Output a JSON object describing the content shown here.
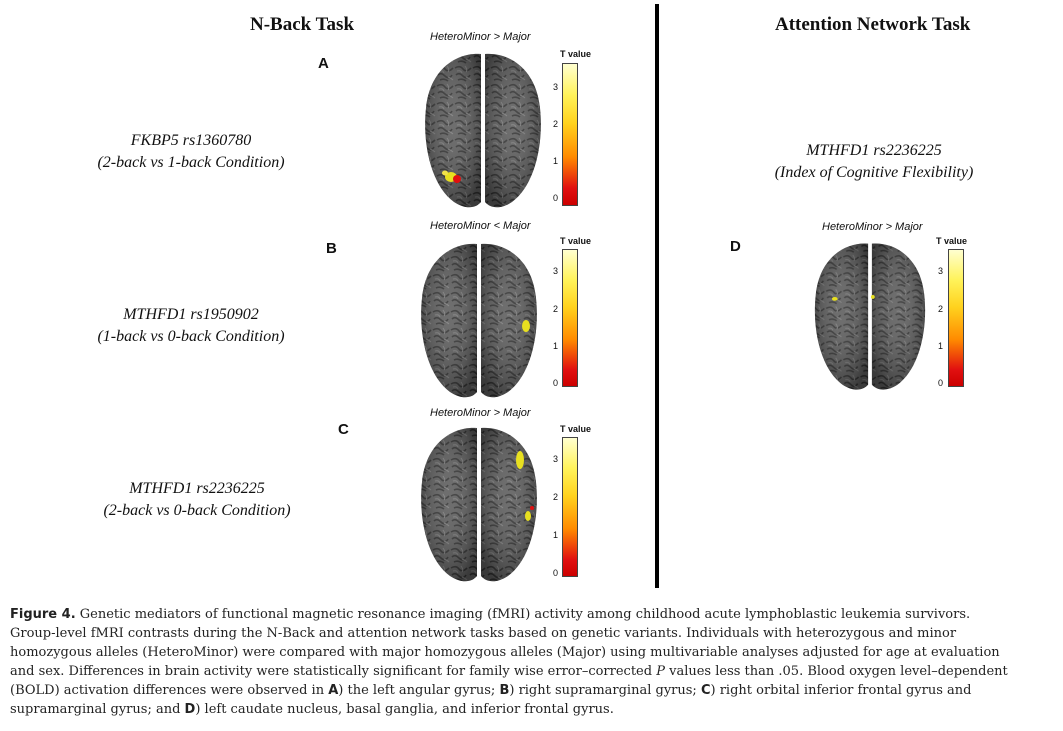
{
  "sections": {
    "left_title": "N-Back Task",
    "right_title": "Attention Network Task"
  },
  "panels": [
    {
      "letter": "A",
      "contrast": "HeteroMinor > Major",
      "gene": "FKBP5 rs1360780",
      "condition": "(2-back vs 1-back Condition)",
      "colorbar": {
        "title": "T value",
        "ticks": [
          "3",
          "2",
          "1",
          "0"
        ]
      }
    },
    {
      "letter": "B",
      "contrast": "HeteroMinor < Major",
      "gene": "MTHFD1 rs1950902",
      "condition": "(1-back vs 0-back Condition)",
      "colorbar": {
        "title": "T value",
        "ticks": [
          "3",
          "2",
          "1",
          "0"
        ]
      }
    },
    {
      "letter": "C",
      "contrast": "HeteroMinor > Major",
      "gene": "MTHFD1 rs2236225",
      "condition": "(2-back vs 0-back Condition)",
      "colorbar": {
        "title": "T value",
        "ticks": [
          "3",
          "2",
          "1",
          "0"
        ]
      }
    },
    {
      "letter": "D",
      "contrast": "HeteroMinor > Major",
      "gene": "MTHFD1 rs2236225",
      "condition": "(Index of Cognitive Flexibility)",
      "colorbar": {
        "title": "T value",
        "ticks": [
          "3",
          "2",
          "1",
          "0"
        ]
      }
    }
  ],
  "caption": {
    "label": "Figure 4.",
    "line1": "Genetic mediators of functional magnetic resonance imaging (fMRI) activity among childhood acute lymphoblastic leukemia survivors.",
    "line2": "Group-level fMRI contrasts during the N-Back and attention network tasks based on genetic variants. Individuals with heterozygous and minor",
    "line3": "homozygous alleles (HeteroMinor) were compared with major homozygous alleles (Major) using multivariable analyses adjusted for age at evaluation",
    "line4a": "and sex. Differences in brain activity were statistically significant for family wise error–corrected ",
    "line4_p": "P",
    "line4b": " values less than .05. Blood oxygen level–dependent",
    "line5a": "(BOLD) activation differences were observed in ",
    "A": "A",
    "line5b": ") the left angular gyrus; ",
    "B": "B",
    "line5c": ") right supramarginal gyrus; ",
    "C": "C",
    "line5d": ") right orbital inferior frontal gyrus and",
    "line6a": "supramarginal gyrus; and ",
    "D": "D",
    "line6b": ") left caudate nucleus, basal ganglia, and inferior frontal gyrus."
  }
}
